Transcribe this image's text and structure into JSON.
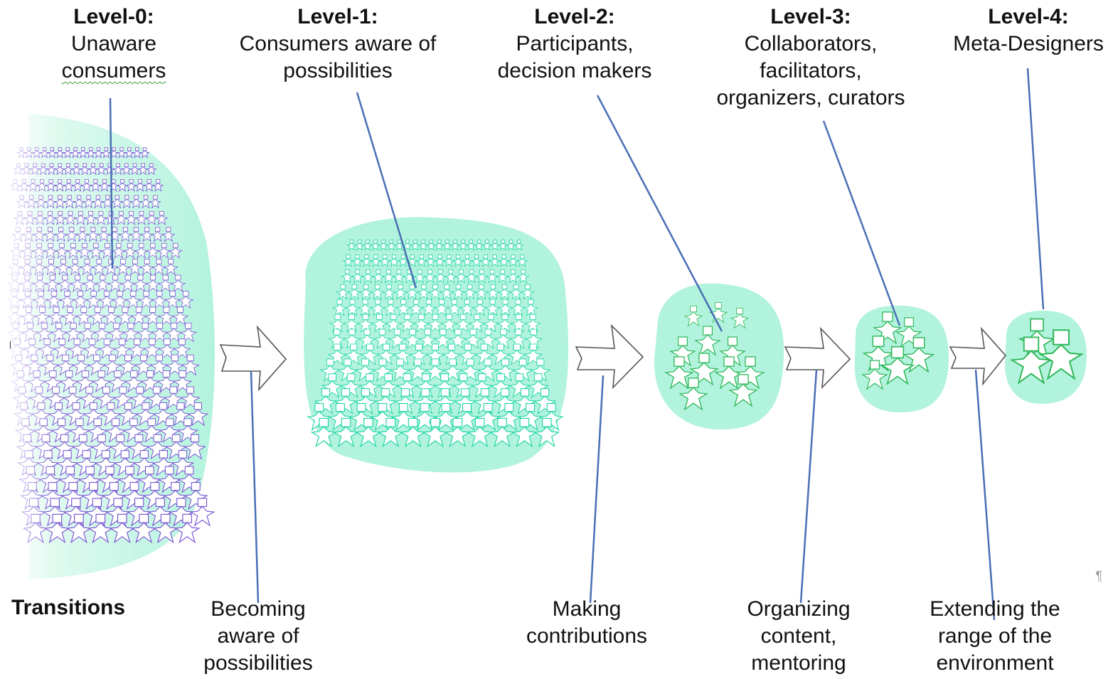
{
  "levels": [
    {
      "title": "Level-0:",
      "desc_line1": "Unaware",
      "desc_line2": "consumers"
    },
    {
      "title": "Level-1:",
      "desc": "Consumers aware of\npossibilities"
    },
    {
      "title": "Level-2:",
      "desc": "Participants,\ndecision makers"
    },
    {
      "title": "Level-3:",
      "desc": "Collaborators,\nfacilitators,\norganizers, curators"
    },
    {
      "title": "Level-4:",
      "desc": "Meta-Designers"
    }
  ],
  "transitions": {
    "heading": "Transitions",
    "items": [
      "Becoming\naware of\npossibilities",
      "Making\ncontributions",
      "Organizing\ncontent,\nmentoring",
      "Extending the\nrange of the\nenvironment"
    ]
  },
  "marks": {
    "pilcrow": "¶"
  },
  "colors": {
    "blob": "#b2f3dd",
    "level0_people": "#7a55d4",
    "level1_people": "#1fd6a4",
    "level2_people": "#2fb85a",
    "leader_line": "#4a6fb5",
    "arrow_stroke": "#555555"
  }
}
